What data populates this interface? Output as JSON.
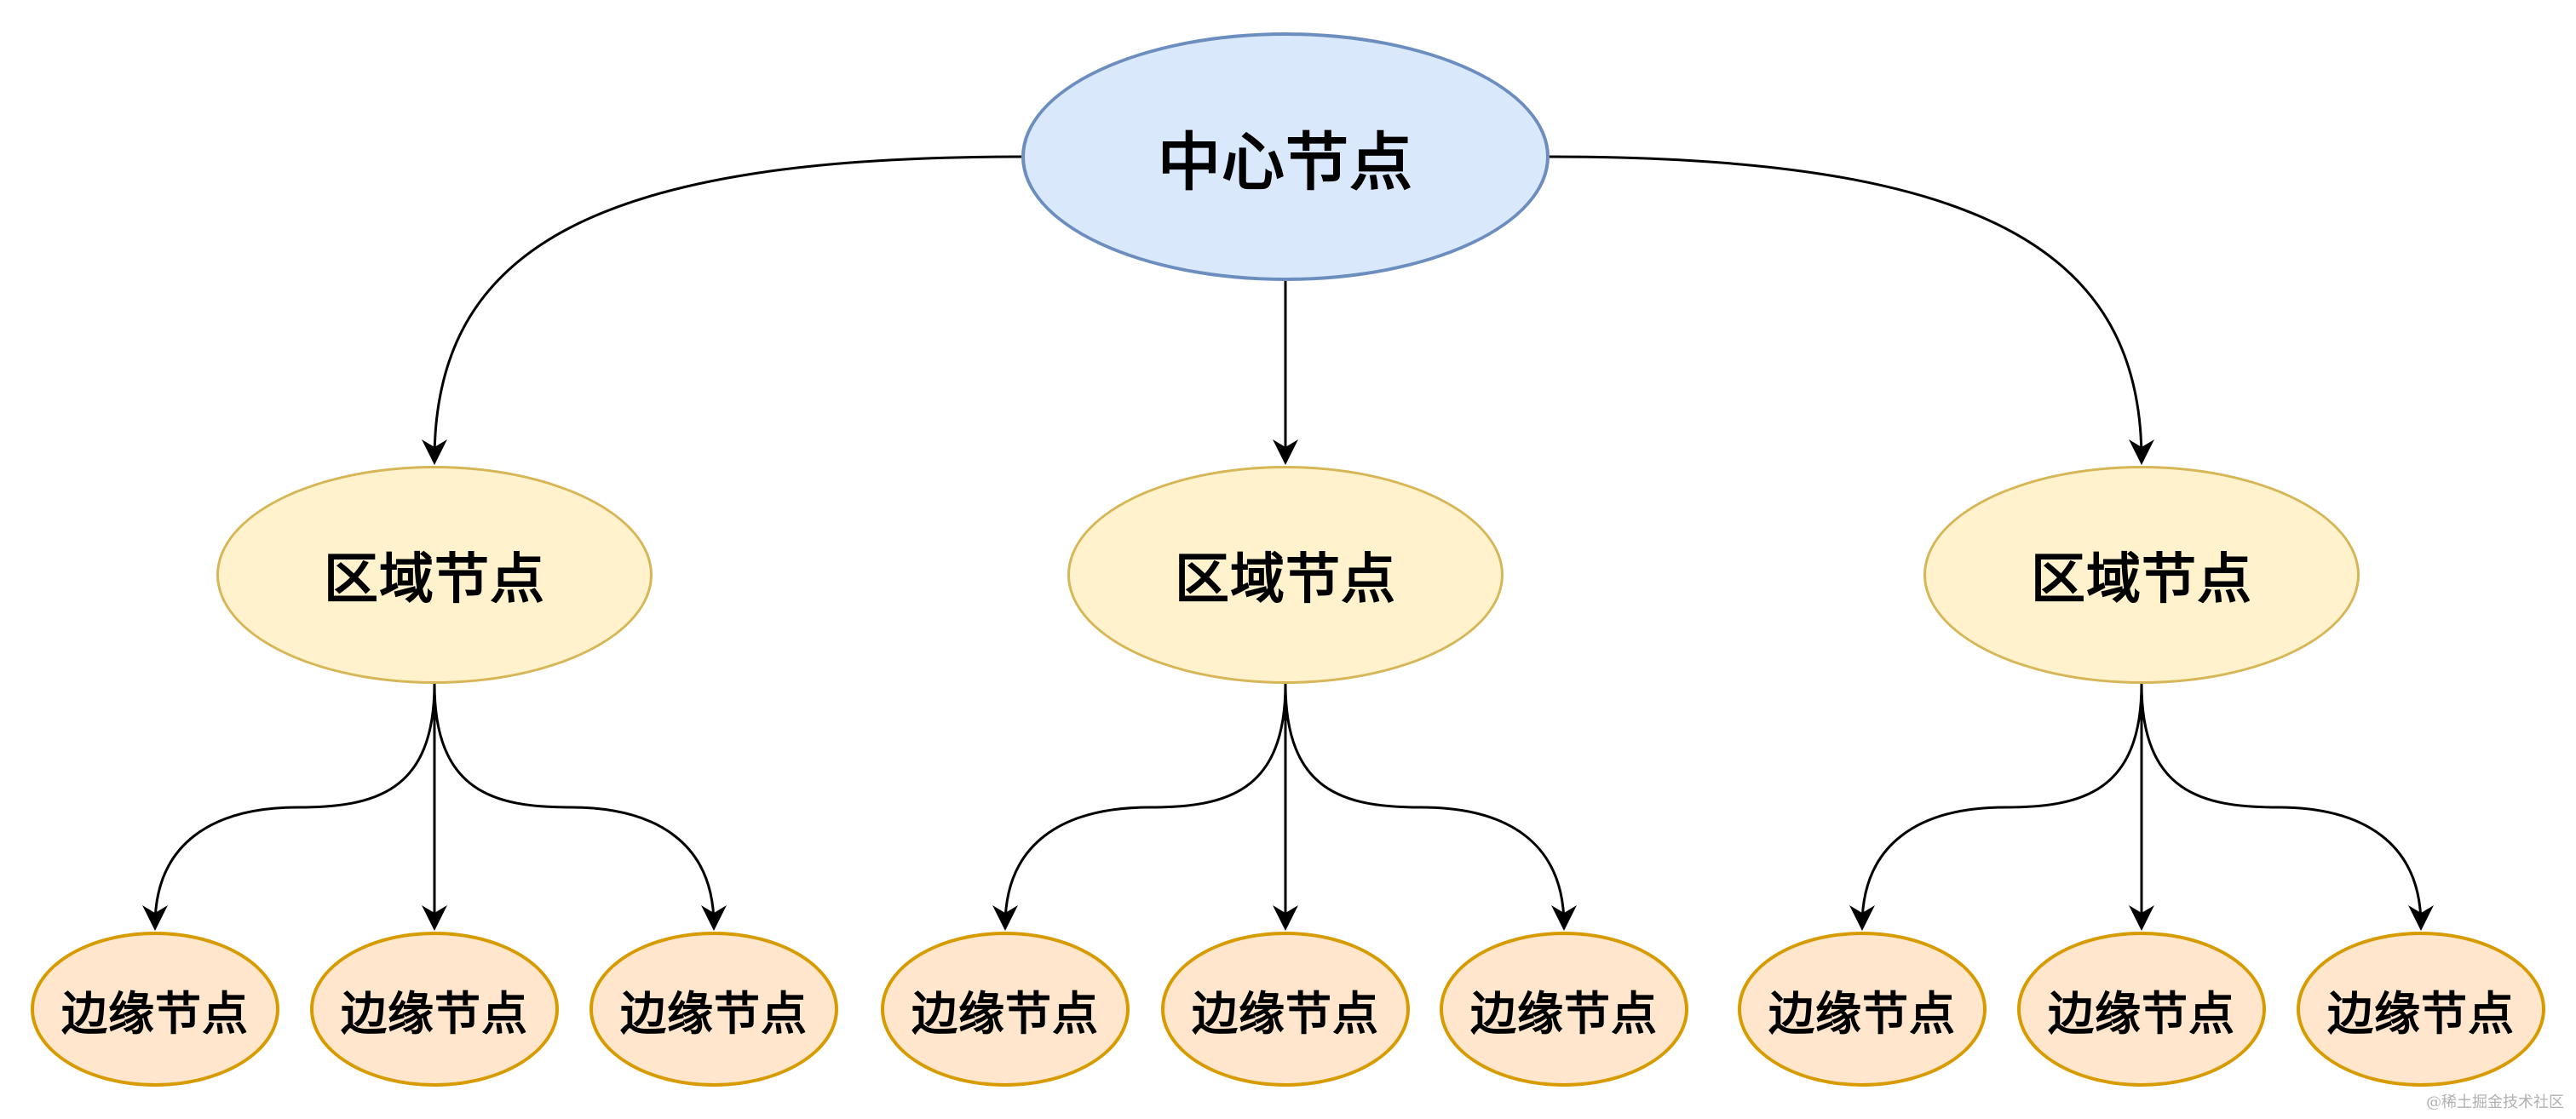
{
  "diagram": {
    "center_node": {
      "label": "中心节点",
      "fill": "#dae8fc",
      "stroke": "#6c8ebf"
    },
    "region_nodes": [
      {
        "label": "区域节点"
      },
      {
        "label": "区域节点"
      },
      {
        "label": "区域节点"
      }
    ],
    "region_style": {
      "fill": "#fff2cc",
      "stroke": "#d6b656"
    },
    "edge_nodes": [
      {
        "label": "边缘节点"
      },
      {
        "label": "边缘节点"
      },
      {
        "label": "边缘节点"
      },
      {
        "label": "边缘节点"
      },
      {
        "label": "边缘节点"
      },
      {
        "label": "边缘节点"
      },
      {
        "label": "边缘节点"
      },
      {
        "label": "边缘节点"
      },
      {
        "label": "边缘节点"
      }
    ],
    "edge_style": {
      "fill": "#ffe6cc",
      "stroke": "#d79b00"
    },
    "connector_color": "#000000"
  },
  "watermark": "@稀土掘金技术社区"
}
